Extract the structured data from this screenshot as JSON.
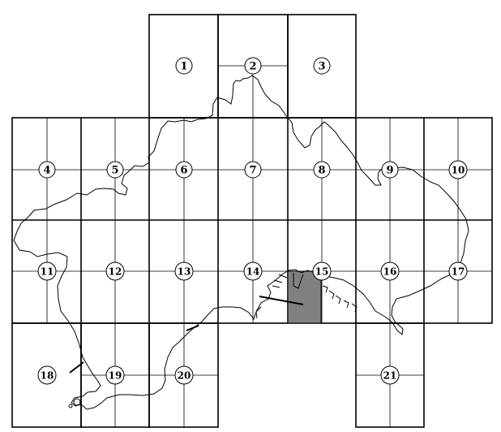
{
  "map": {
    "sheets": [
      {
        "number": "1"
      },
      {
        "number": "2"
      },
      {
        "number": "3"
      },
      {
        "number": "4"
      },
      {
        "number": "5"
      },
      {
        "number": "6"
      },
      {
        "number": "7"
      },
      {
        "number": "8"
      },
      {
        "number": "9"
      },
      {
        "number": "10"
      },
      {
        "number": "11"
      },
      {
        "number": "12"
      },
      {
        "number": "13"
      },
      {
        "number": "14"
      },
      {
        "number": "15"
      },
      {
        "number": "16"
      },
      {
        "number": "17"
      },
      {
        "number": "18"
      },
      {
        "number": "19"
      },
      {
        "number": "20"
      },
      {
        "number": "21"
      }
    ],
    "highlighted_area_color": "#808080",
    "line_color": "#000000"
  }
}
